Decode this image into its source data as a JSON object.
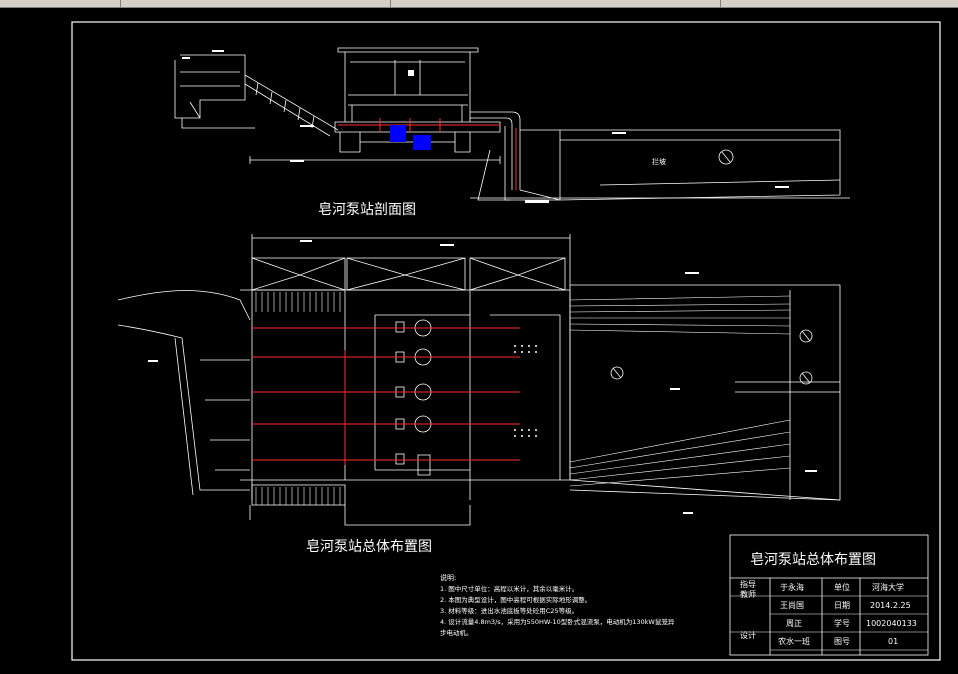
{
  "colors": {
    "background": "#000000",
    "line": "#ffffff",
    "red": "#ff2a2a",
    "blue": "#0000ff",
    "toolbar": "#d4d0c8"
  },
  "section_title": "皂河泵站剖面图",
  "plan_title": "皂河泵站总体布置图",
  "labels": {
    "dredge_area": "拦坡"
  },
  "notes": {
    "heading": "说明:",
    "lines": [
      "1. 图中尺寸单位：高程以米计，其余以毫米计。",
      "2. 本图为典型设计，图中高程可根据实际地形调整。",
      "3. 材料等级：进出水池底板等处砼用C25等级。",
      "4. 设计流量4.8m3/s，采用为550HW-10型卧式混流泵，电动机为130kW鼠笼异",
      "   步电动机。"
    ]
  },
  "title_block": {
    "title": "皂河泵站总体布置图",
    "advisor_label": "指导\n教师",
    "advisor_name1": "于永海",
    "unit_label": "单位",
    "unit_value": "河海大学",
    "advisor_name2": "王尚国",
    "date_label": "日期",
    "date_value": "2014.2.25",
    "design_label": "设计",
    "designer_name": "周正",
    "student_no_label": "学号",
    "student_no": "1002040133",
    "class_name": "农水一班",
    "drawing_no_label": "图号",
    "drawing_no": "01"
  }
}
